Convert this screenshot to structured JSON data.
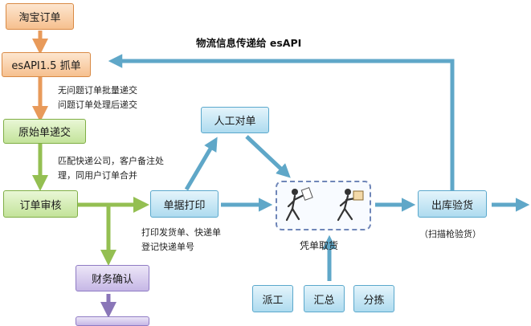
{
  "title": "物流信息传递给 esAPI",
  "nodes": {
    "taobao": "淘宝订单",
    "esapi": "esAPI1.5 抓单",
    "yuanshi": "原始单递交",
    "shenhe": "订单审核",
    "caiwu": "财务确认",
    "danju": "单据打印",
    "rengong": "人工对单",
    "chuku": "出库验货",
    "paigong": "派工",
    "huizong": "汇总",
    "fenjian": "分拣"
  },
  "notes": {
    "submit": [
      "无问题订单批量递交",
      "问题订单处理后递交"
    ],
    "match": [
      "匹配快递公司，客户备注处",
      "理，同用户订单合并"
    ],
    "print": [
      "打印发货单、快递单",
      "登记快递单号"
    ]
  },
  "labels": {
    "pickup": "凭单取货",
    "scan": "（扫描枪验货）"
  },
  "colors": {
    "orange_box": "#f6c08f",
    "green_box": "#c3e39a",
    "blue_box": "#aedbef",
    "purple_box": "#c6b7e6",
    "orange_arrow": "#e89a5a",
    "green_arrow": "#94bf52",
    "blue_arrow": "#5fa7c8",
    "purple_arrow": "#8a76b8"
  },
  "icons": [
    "figure-carrying-paper-icon",
    "figure-carrying-box-icon"
  ]
}
